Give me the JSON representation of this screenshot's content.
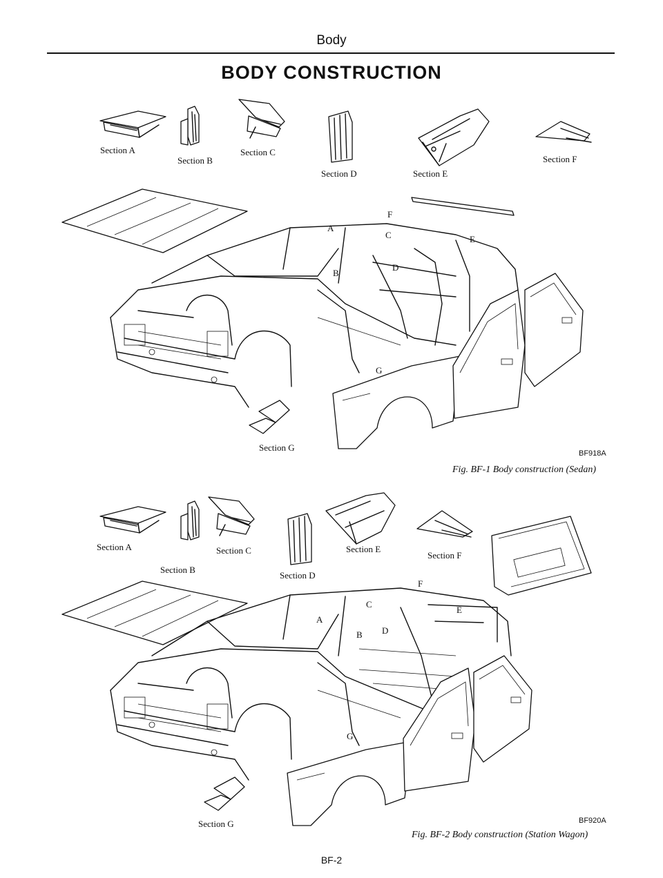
{
  "page": {
    "header": "Body",
    "title": "BODY CONSTRUCTION",
    "page_number": "BF-2"
  },
  "figure1": {
    "sections": {
      "a": "Section A",
      "b": "Section B",
      "c": "Section C",
      "d": "Section D",
      "e": "Section E",
      "f": "Section F",
      "g": "Section G"
    },
    "callouts": {
      "a": "A",
      "b": "B",
      "c": "C",
      "d": "D",
      "e": "E",
      "f": "F",
      "g": "G"
    },
    "code": "BF918A",
    "caption": "Fig. BF-1 Body construction (Sedan)"
  },
  "figure2": {
    "sections": {
      "a": "Section A",
      "b": "Section B",
      "c": "Section C",
      "d": "Section D",
      "e": "Section E",
      "f": "Section F",
      "g": "Section G"
    },
    "callouts": {
      "a": "A",
      "b": "B",
      "c": "C",
      "d": "D",
      "e": "E",
      "f": "F",
      "g": "G"
    },
    "code": "BF920A",
    "caption": "Fig. BF-2 Body construction (Station Wagon)"
  }
}
